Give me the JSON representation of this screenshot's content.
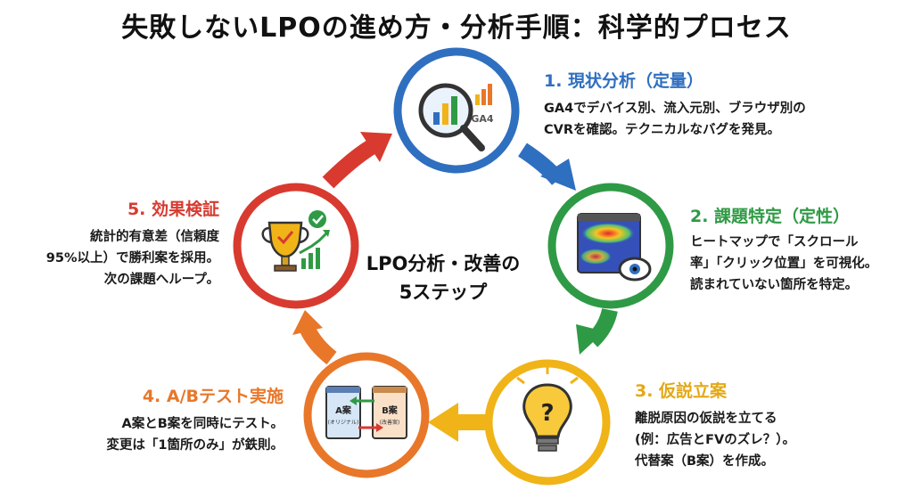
{
  "title": "失敗しないLPOの進め方・分析手順：科学的プロセス",
  "center_label": [
    "LPO分析・改善の",
    "5ステップ"
  ],
  "colors": {
    "step1": "#2f6fc0",
    "step2": "#2f9a45",
    "step3": "#f0b418",
    "step4": "#e8772a",
    "step5": "#d83a30"
  },
  "steps": [
    {
      "heading": "1. 現状分析（定量）",
      "lines": [
        "GA4でデバイス別、流入元別、ブラウザ別の",
        "CVRを確認。テクニカルなバグを発見。"
      ],
      "icon": "magnifier-chart-icon",
      "icon_label": "GA4"
    },
    {
      "heading": "2. 課題特定（定性）",
      "lines": [
        "ヒートマップで「スクロール",
        "率」「クリック位置」を可視化。",
        "読まれていない箇所を特定。"
      ],
      "icon": "heatmap-eye-icon"
    },
    {
      "heading": "3. 仮説立案",
      "lines": [
        "離脱原因の仮説を立てる",
        "(例：広告とFVのズレ？）。",
        "代替案（B案）を作成。"
      ],
      "icon": "lightbulb-question-icon"
    },
    {
      "heading": "4. A/Bテスト実施",
      "lines": [
        "A案とB案を同時にテスト。",
        "変更は「1箇所のみ」が鉄則。"
      ],
      "icon": "ab-test-icon",
      "icon_a_label": "A案",
      "icon_a_sub": "(オリジナル)",
      "icon_b_label": "B案",
      "icon_b_sub": "(改善案)"
    },
    {
      "heading": "5. 効果検証",
      "lines": [
        "統計的有意差（信頼度",
        "95%以上）で勝利案を採用。",
        "次の課題へループ。"
      ],
      "icon": "trophy-chart-icon"
    }
  ]
}
